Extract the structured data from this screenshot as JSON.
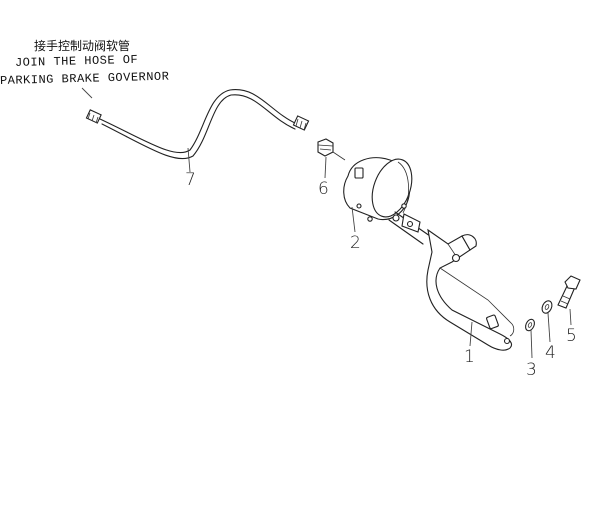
{
  "annotation": {
    "chinese": "接手控制动阀软管",
    "english_line1": "JOIN THE HOSE OF",
    "english_line2": "PARKING BRAKE GOVERNOR"
  },
  "callouts": [
    "1",
    "2",
    "3",
    "4",
    "5",
    "6",
    "7"
  ]
}
